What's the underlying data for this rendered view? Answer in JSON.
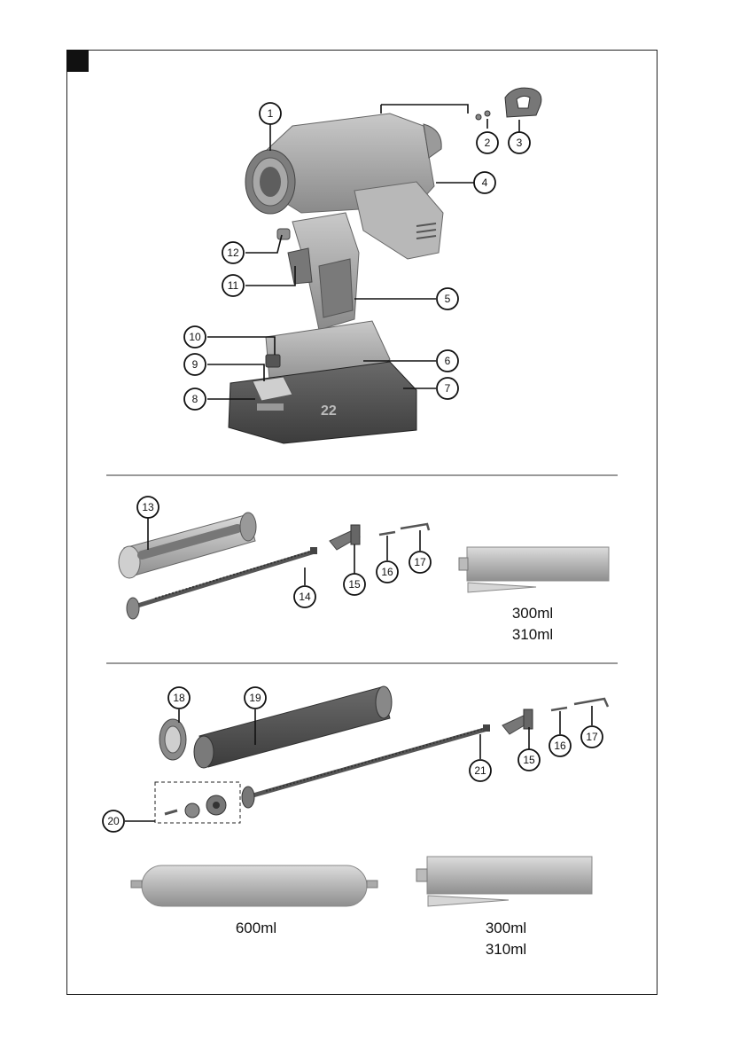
{
  "callouts": {
    "c1": "1",
    "c2": "2",
    "c3": "3",
    "c4": "4",
    "c5": "5",
    "c6": "6",
    "c7": "7",
    "c8": "8",
    "c9": "9",
    "c10": "10",
    "c11": "11",
    "c12": "12",
    "c13": "13",
    "c14": "14",
    "c15a": "15",
    "c16a": "16",
    "c17a": "17",
    "c18": "18",
    "c19": "19",
    "c20": "20",
    "c21": "21",
    "c15b": "15",
    "c16b": "16",
    "c17b": "17"
  },
  "battery": {
    "label": "22"
  },
  "volumes": {
    "kit1_line1": "300ml",
    "kit1_line2": "310ml",
    "foil_pack": "600ml",
    "kit2_line1": "300ml",
    "kit2_line2": "310ml"
  }
}
